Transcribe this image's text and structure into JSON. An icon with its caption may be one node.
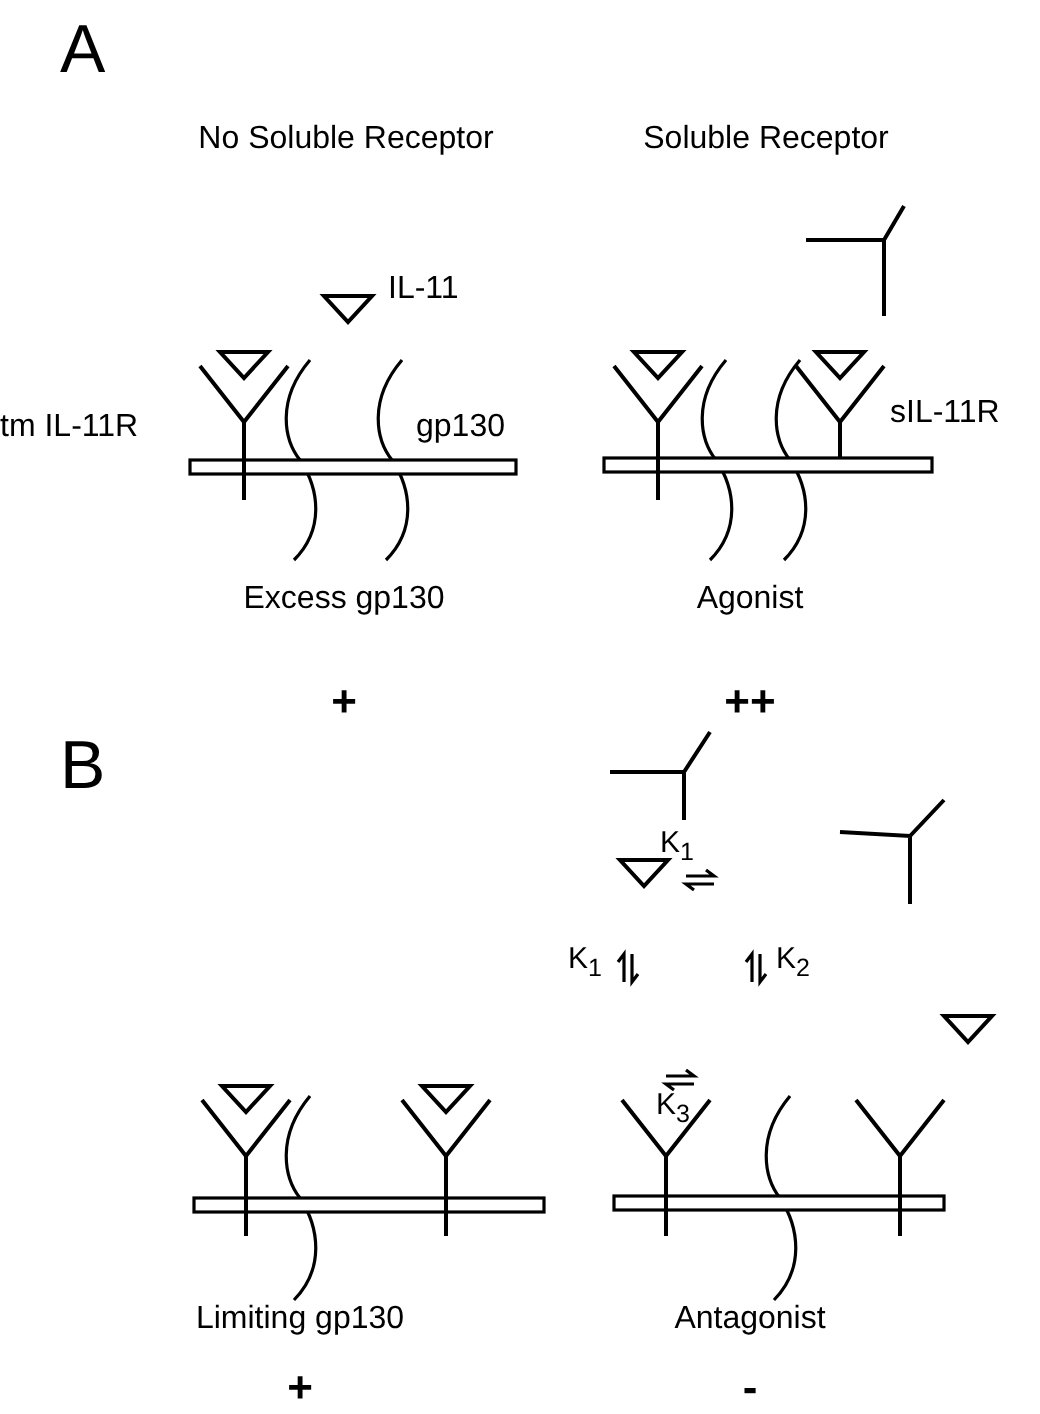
{
  "diagram": {
    "labels": [
      "A",
      "No Soluble Receptor",
      "Soluble Receptor",
      "IL-11",
      "tm IL-11R",
      "gp130",
      "sIL-11R",
      "Excess gp130",
      "Agonist",
      "+",
      "++",
      "B",
      "K$_{1}$",
      "K$_{1}$",
      "K$_{2}$",
      "K$_{3}$",
      "Limiting gp130",
      "Antagonist",
      "+",
      "-"
    ]
  }
}
